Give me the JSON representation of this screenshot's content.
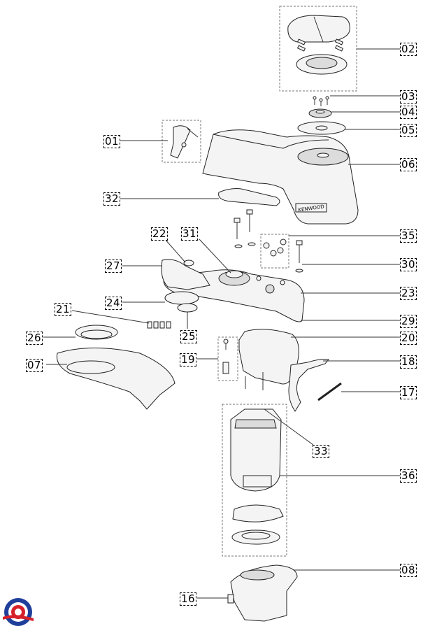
{
  "diagram": {
    "brand_text": "KENWOOD",
    "parts": [
      "01",
      "02",
      "03",
      "04",
      "05",
      "06",
      "32",
      "22",
      "31",
      "35",
      "27",
      "30",
      "23",
      "24",
      "21",
      "25",
      "29",
      "26",
      "20",
      "19",
      "18",
      "07",
      "17",
      "33",
      "36",
      "08",
      "16"
    ]
  },
  "logo": {
    "colors": [
      "#d6202a",
      "#1f3f9a"
    ]
  }
}
